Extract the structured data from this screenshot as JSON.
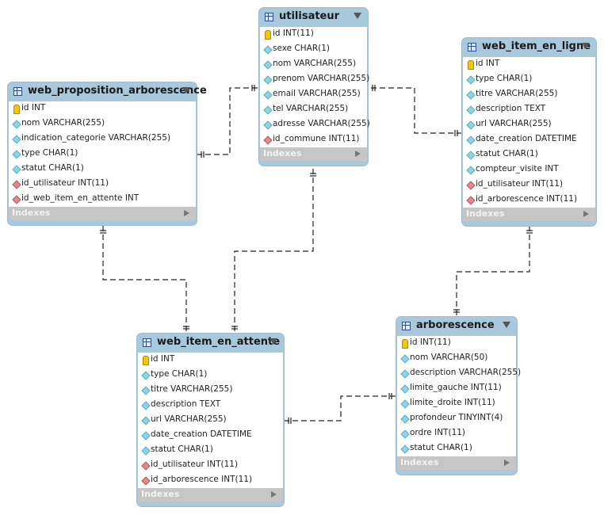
{
  "tables": [
    {
      "key": "web_proposition_arborescence",
      "title": "web_proposition_arborescence",
      "indexes_label": "Indexes",
      "columns": [
        {
          "kind": "pk",
          "text": "id INT"
        },
        {
          "kind": "field",
          "text": "nom VARCHAR(255)"
        },
        {
          "kind": "field",
          "text": "indication_categorie VARCHAR(255)"
        },
        {
          "kind": "field",
          "text": "type CHAR(1)"
        },
        {
          "kind": "field",
          "text": "statut CHAR(1)"
        },
        {
          "kind": "fk",
          "text": "id_utilisateur INT(11)"
        },
        {
          "kind": "fk",
          "text": "id_web_item_en_attente INT"
        }
      ]
    },
    {
      "key": "utilisateur",
      "title": "utilisateur",
      "indexes_label": "Indexes",
      "columns": [
        {
          "kind": "pk",
          "text": "id INT(11)"
        },
        {
          "kind": "field",
          "text": "sexe CHAR(1)"
        },
        {
          "kind": "field",
          "text": "nom VARCHAR(255)"
        },
        {
          "kind": "field",
          "text": "prenom VARCHAR(255)"
        },
        {
          "kind": "field",
          "text": "email VARCHAR(255)"
        },
        {
          "kind": "field",
          "text": "tel VARCHAR(255)"
        },
        {
          "kind": "field",
          "text": "adresse VARCHAR(255)"
        },
        {
          "kind": "fk",
          "text": "id_commune INT(11)"
        }
      ]
    },
    {
      "key": "web_item_en_ligne",
      "title": "web_item_en_ligne",
      "indexes_label": "Indexes",
      "columns": [
        {
          "kind": "pk",
          "text": "id INT"
        },
        {
          "kind": "field",
          "text": "type CHAR(1)"
        },
        {
          "kind": "field",
          "text": "titre VARCHAR(255)"
        },
        {
          "kind": "field",
          "text": "description TEXT"
        },
        {
          "kind": "field",
          "text": "url VARCHAR(255)"
        },
        {
          "kind": "field",
          "text": "date_creation DATETIME"
        },
        {
          "kind": "field",
          "text": "statut CHAR(1)"
        },
        {
          "kind": "field",
          "text": "compteur_visite INT"
        },
        {
          "kind": "fk",
          "text": "id_utilisateur INT(11)"
        },
        {
          "kind": "fk",
          "text": "id_arborescence INT(11)"
        }
      ]
    },
    {
      "key": "web_item_en_attente",
      "title": "web_item_en_attente",
      "indexes_label": "Indexes",
      "columns": [
        {
          "kind": "pk",
          "text": "id INT"
        },
        {
          "kind": "field",
          "text": "type CHAR(1)"
        },
        {
          "kind": "field",
          "text": "titre VARCHAR(255)"
        },
        {
          "kind": "field",
          "text": "description TEXT"
        },
        {
          "kind": "field",
          "text": "url VARCHAR(255)"
        },
        {
          "kind": "field",
          "text": "date_creation DATETIME"
        },
        {
          "kind": "field",
          "text": "statut CHAR(1)"
        },
        {
          "kind": "fk",
          "text": "id_utilisateur INT(11)"
        },
        {
          "kind": "fk",
          "text": "id_arborescence INT(11)"
        }
      ]
    },
    {
      "key": "arborescence",
      "title": "arborescence",
      "indexes_label": "Indexes",
      "columns": [
        {
          "kind": "pk",
          "text": "id INT(11)"
        },
        {
          "kind": "field",
          "text": "nom VARCHAR(50)"
        },
        {
          "kind": "field",
          "text": "description VARCHAR(255)"
        },
        {
          "kind": "field",
          "text": "limite_gauche INT(11)"
        },
        {
          "kind": "field",
          "text": "limite_droite INT(11)"
        },
        {
          "kind": "field",
          "text": "profondeur TINYINT(4)"
        },
        {
          "kind": "field",
          "text": "ordre INT(11)"
        },
        {
          "kind": "field",
          "text": "statut CHAR(1)"
        }
      ]
    }
  ],
  "relations": [
    {
      "from": "web_proposition_arborescence",
      "to": "utilisateur"
    },
    {
      "from": "web_item_en_ligne",
      "to": "utilisateur"
    },
    {
      "from": "web_proposition_arborescence",
      "to": "web_item_en_attente"
    },
    {
      "from": "web_item_en_attente",
      "to": "utilisateur"
    },
    {
      "from": "web_item_en_ligne",
      "to": "arborescence"
    },
    {
      "from": "web_item_en_attente",
      "to": "arborescence"
    }
  ],
  "colors": {
    "header": "#a8c8dc",
    "indexes_bar": "#c6c6c6",
    "line": "#222222",
    "field_icon": "#8fd4e4",
    "fk_icon": "#e08a8a",
    "pk_icon": "#f2c418"
  }
}
